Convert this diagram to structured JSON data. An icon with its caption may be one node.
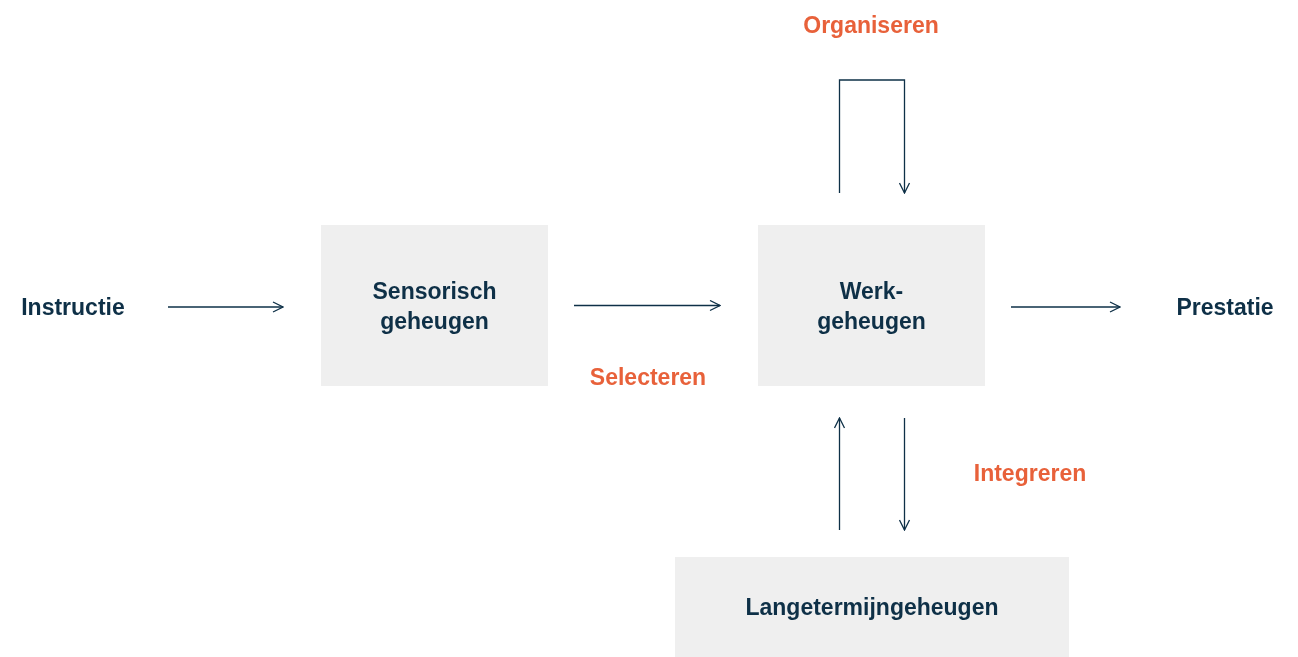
{
  "diagram": {
    "nodes": [
      {
        "text": [
          "Instructie"
        ]
      },
      {
        "text": [
          "Sensorisch geheugen"
        ]
      },
      {
        "text": [
          "Werk- geheugen"
        ]
      },
      {
        "text": [
          "Prestatie"
        ]
      },
      {
        "text": [
          "Langetermijngeheugen"
        ]
      }
    ],
    "edges": [
      {
        "from": 0,
        "to": 1,
        "arrow": "to"
      },
      {
        "from": 1,
        "to": 2,
        "arrow": "to",
        "label": "Selecteren"
      },
      {
        "from": 2,
        "to": 2,
        "arrow": "to",
        "label": "Organiseren"
      },
      {
        "from": 2,
        "to": 3,
        "arrow": "to"
      },
      {
        "from": 4,
        "to": 2,
        "arrow": "to"
      },
      {
        "from": 2,
        "to": 4,
        "arrow": "to",
        "label": "Integreren"
      }
    ]
  }
}
